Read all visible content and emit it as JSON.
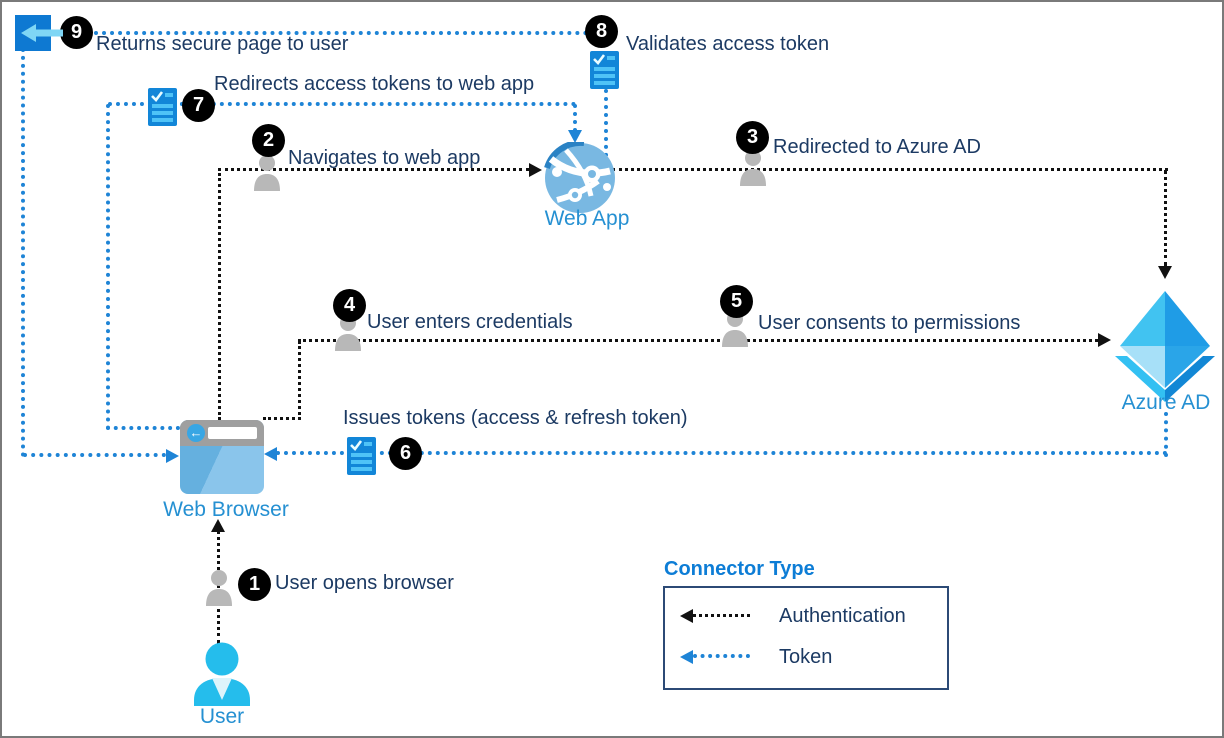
{
  "nodes": {
    "user": "User",
    "web_browser": "Web Browser",
    "web_app": "Web App",
    "azure_ad": "Azure AD"
  },
  "steps": [
    {
      "num": "1",
      "label": "User opens browser"
    },
    {
      "num": "2",
      "label": "Navigates to web app"
    },
    {
      "num": "3",
      "label": "Redirected to Azure AD"
    },
    {
      "num": "4",
      "label": "User enters credentials"
    },
    {
      "num": "5",
      "label": "User consents to permissions"
    },
    {
      "num": "6",
      "label": "Issues tokens (access & refresh token)"
    },
    {
      "num": "7",
      "label": "Redirects access tokens to web app"
    },
    {
      "num": "8",
      "label": "Validates access token"
    },
    {
      "num": "9",
      "label": "Returns secure page to user"
    }
  ],
  "legend": {
    "title": "Connector Type",
    "items": [
      {
        "label": "Authentication",
        "type": "authentication"
      },
      {
        "label": "Token",
        "type": "token"
      }
    ]
  },
  "colors": {
    "authentication_line": "#111111",
    "token_line": "#1e84d6",
    "step_text": "#1c3a63",
    "node_label": "#2590d2",
    "legend_title": "#0d7dd6",
    "badge_bg": "#000000",
    "badge_text": "#ffffff"
  }
}
